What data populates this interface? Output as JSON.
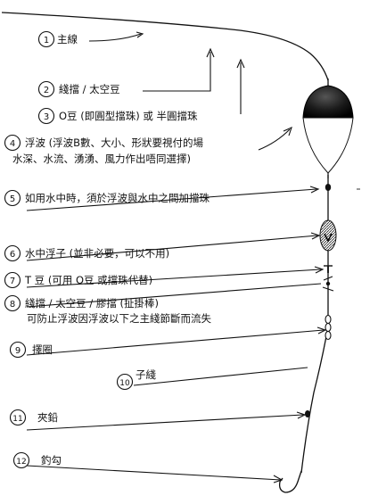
{
  "labels": [
    {
      "num": "1",
      "text": "主線"
    },
    {
      "num": "2",
      "text": "綫擋 / 太空豆"
    },
    {
      "num": "3",
      "text": "O豆 (即圓型擋珠) 或 半圓擋珠"
    },
    {
      "num": "4",
      "text": "浮波 (浮波B數、大小、形狀要視付的場",
      "text2": "水深、水流、湧湧、風力作出唔同選擇)"
    },
    {
      "num": "5",
      "text": "如用水中時，須於浮波與水中之間加擋珠"
    },
    {
      "num": "6",
      "text": "水中浮子 (並非必要，可以不用)"
    },
    {
      "num": "7",
      "text": "T 豆 (可用 O豆 或擋珠代替)"
    },
    {
      "num": "8",
      "text": "綫擋 / 太空豆 / 膠擋 (扯掛棒)",
      "text2": "可防止浮波因浮波以下之主綫節斷而流失"
    },
    {
      "num": "9",
      "text": "擇圈"
    },
    {
      "num": "10",
      "text": "子綫"
    },
    {
      "num": "11",
      "text": "夾鉛"
    },
    {
      "num": "12",
      "text": "釣勾"
    }
  ]
}
